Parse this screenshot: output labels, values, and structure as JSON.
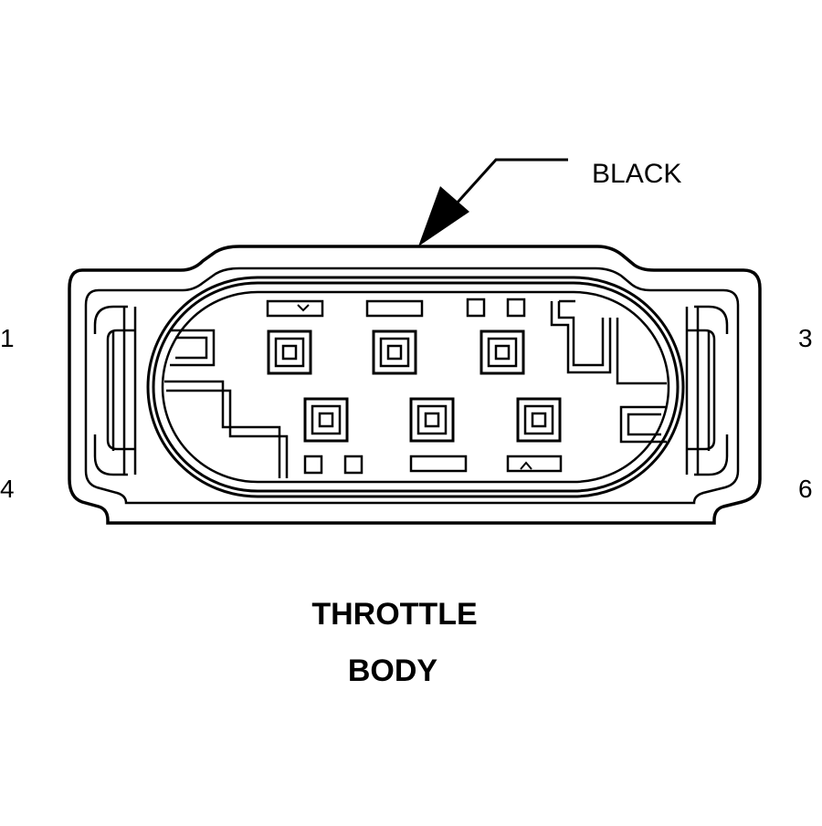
{
  "callout": {
    "label": "BLACK"
  },
  "pins": {
    "top_left": "1",
    "top_right": "3",
    "bottom_left": "4",
    "bottom_right": "6"
  },
  "caption": {
    "line1": "THROTTLE",
    "line2": "BODY"
  },
  "colors": {
    "stroke": "#000000",
    "background": "#ffffff"
  }
}
